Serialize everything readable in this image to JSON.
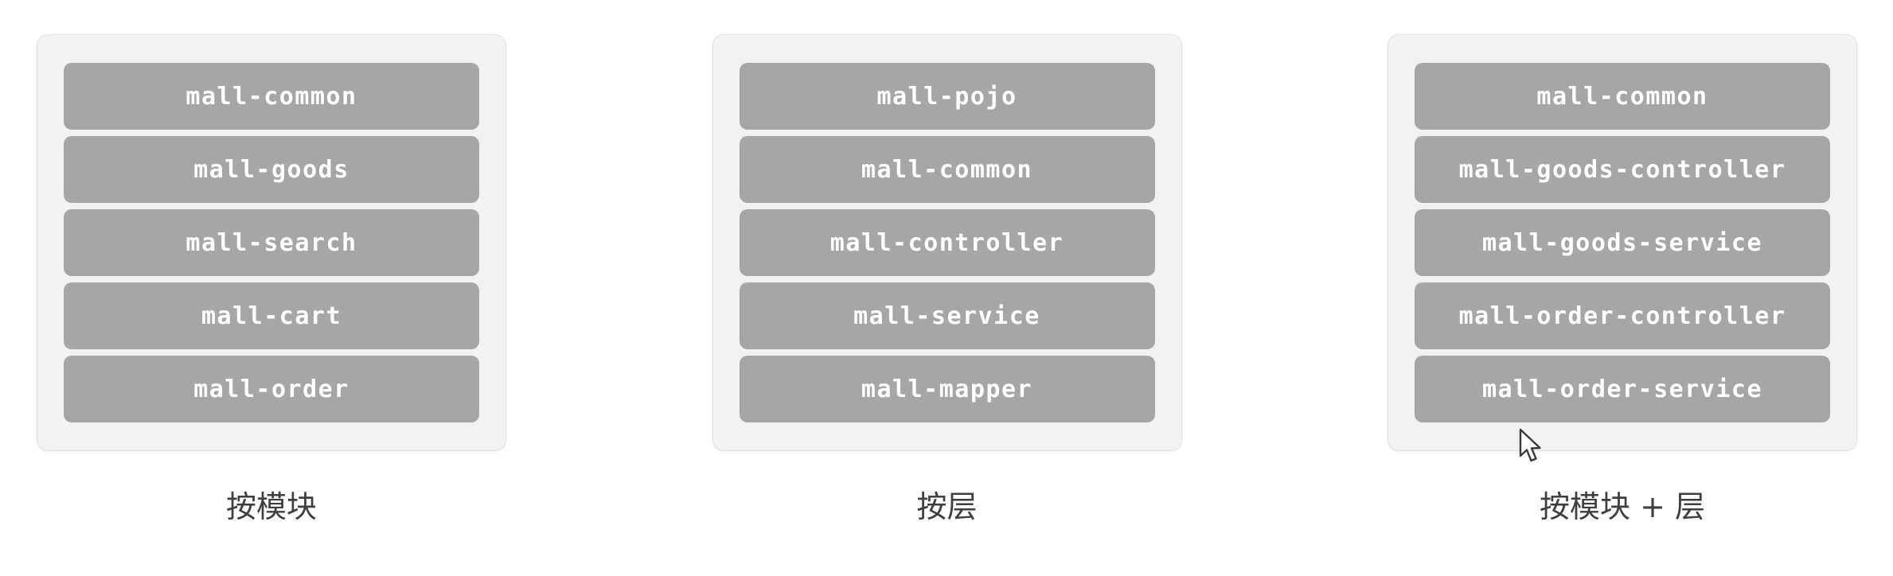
{
  "colors": {
    "page_background": "#ffffff",
    "card_background": "#f2f2f2",
    "card_border": "#e2e2e2",
    "bar_background": "#a6a6a6",
    "bar_text": "#ffffff",
    "caption_text": "#3f3f3f"
  },
  "groups": [
    {
      "caption": "按模块",
      "modules": [
        "mall-common",
        "mall-goods",
        "mall-search",
        "mall-cart",
        "mall-order"
      ]
    },
    {
      "caption": "按层",
      "modules": [
        "mall-pojo",
        "mall-common",
        "mall-controller",
        "mall-service",
        "mall-mapper"
      ]
    },
    {
      "caption": "按模块 + 层",
      "modules": [
        "mall-common",
        "mall-goods-controller",
        "mall-goods-service",
        "mall-order-controller",
        "mall-order-service"
      ]
    }
  ],
  "icons": {
    "cursor": "arrow-pointer"
  }
}
